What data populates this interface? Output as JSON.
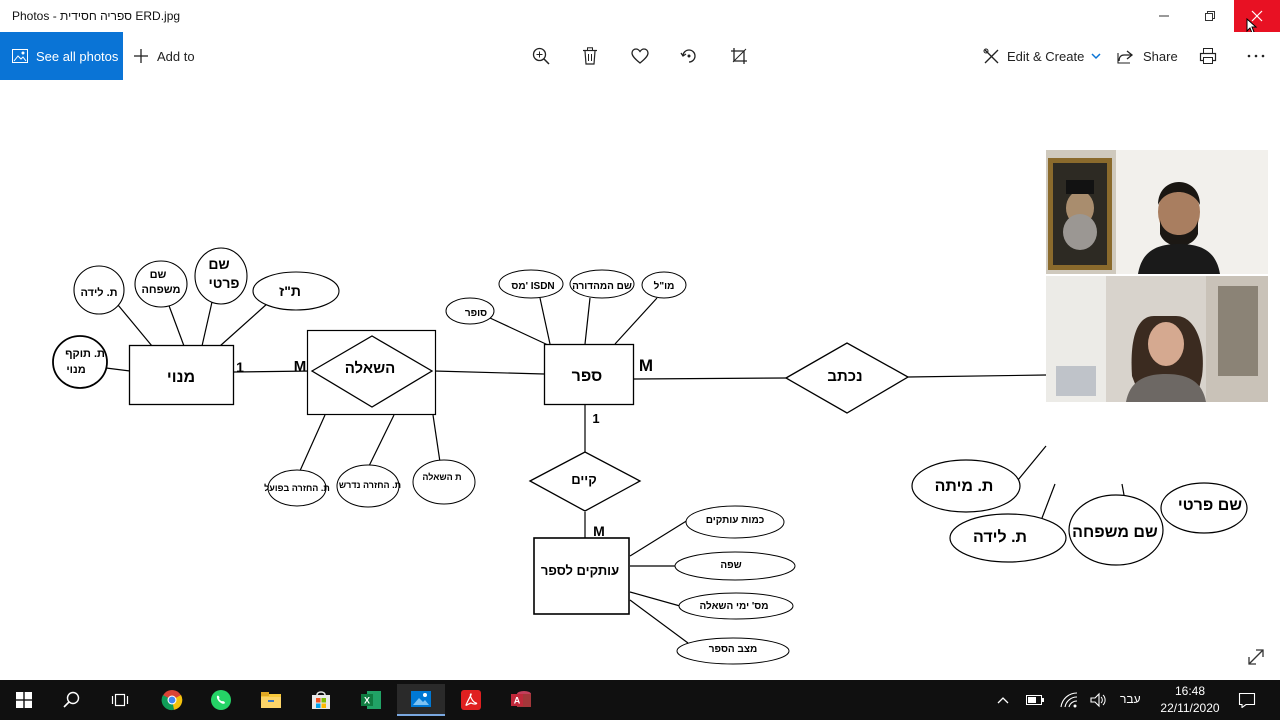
{
  "window": {
    "title": "Photos - ספריה חסידית ERD.jpg"
  },
  "toolbar": {
    "see_all": "See all photos",
    "add_to": "Add to",
    "edit_create": "Edit & Create",
    "share": "Share"
  },
  "diagram": {
    "entities": {
      "member": "מנוי",
      "book": "ספר",
      "copies": "עותקים לספר"
    },
    "relations": {
      "loan": "השאלה",
      "exists": "קיים",
      "written": "נכתב"
    },
    "member_attrs": {
      "birth": "ת. לידה",
      "family_line1": "שם",
      "family_line2": "משפחה",
      "first_line1": "שם",
      "first_line2": "פרטי",
      "id": "ת\"ז",
      "validity_line1": "ת. תוקף",
      "validity_line2": "מנוי"
    },
    "book_attrs": {
      "author": "סופר",
      "isdn": "מס' ISDN",
      "edition": "שם המהדורה",
      "publisher": "מו\"ל"
    },
    "loan_attrs": {
      "actual_return": "ת. החזרה בפועל",
      "required_return": "ת. החזרה נדרש",
      "loan_date": "ת השאלה"
    },
    "copy_attrs": {
      "copies_count": "כמות עותקים",
      "language": "שפה",
      "loan_days": "מס' ימי השאלה",
      "condition": "מצב הספר"
    },
    "author_attrs": {
      "death": "ת. מיתה",
      "birth": "ת. לידה",
      "family": "שם משפחה",
      "first": "שם פרטי"
    },
    "cardinality": {
      "member_loan": "1",
      "loan_member": "M",
      "book_written": "M",
      "book_exists": "1",
      "exists_copies": "M"
    }
  },
  "taskbar": {
    "language": "עבר",
    "time": "16:48",
    "date": "22/11/2020"
  },
  "colors": {
    "accent": "#0a74d6",
    "close_hover": "#e81123",
    "taskbar": "#101010"
  }
}
